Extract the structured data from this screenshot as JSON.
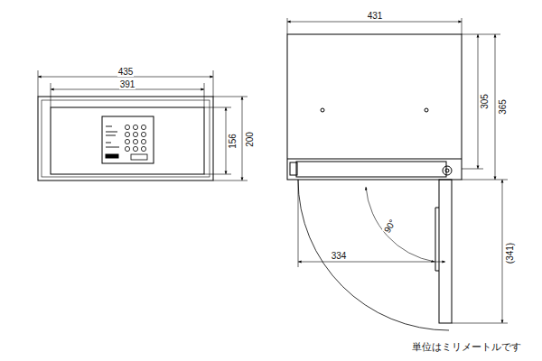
{
  "diagram": {
    "labels": [
      "435",
      "391",
      "156",
      "200",
      "431",
      "305",
      "365",
      "90°",
      "334",
      "(341)",
      "単位はミリメートルです"
    ]
  }
}
